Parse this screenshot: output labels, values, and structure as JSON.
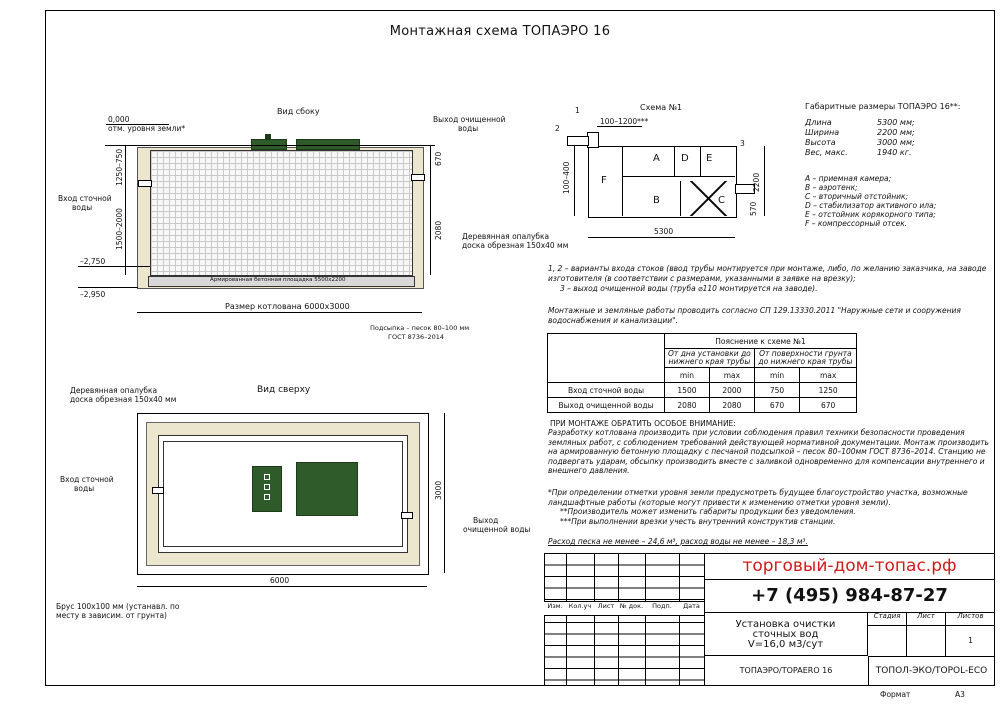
{
  "title": "Монтажная схема ТОПАЭРО 16",
  "side_view": {
    "label": "Вид сбоку",
    "ground_mark": "0,000",
    "ground_note": "отм. уровня земли*",
    "inlet": [
      "Вход сточной",
      "воды"
    ],
    "outlet": [
      "Выход очищенной",
      "воды"
    ],
    "formwork": [
      "Деревянная опалубка",
      "доска обрезная 150х40 мм"
    ],
    "mark_2750": "–2,750",
    "mark_2950": "–2,950",
    "dim_1250": "1250–750",
    "dim_1500": "1500–2000",
    "dim_670": "670",
    "dim_2080": "2080",
    "pad": "Армированная бетонная площадка 5500х2200",
    "pit_size": "Размер котлована 6000х3000",
    "sand": [
      "Подсыпка – песок 80–100 мм",
      "ГОСТ 8736–2014"
    ]
  },
  "top_view": {
    "label": "Вид сверху",
    "formwork": [
      "Деревянная опалубка",
      "доска обрезная 150х40 мм"
    ],
    "inlet": [
      "Вход сточной",
      "воды"
    ],
    "outlet": [
      "Выход",
      "очищенной воды"
    ],
    "dim_3000": "3000",
    "dim_6000": "6000",
    "beam": [
      "Брус 100х100 мм (устанавл. по",
      "месту в зависим. от грунта)"
    ]
  },
  "scheme": {
    "label": "Схема №1",
    "n1": "1",
    "n2": "2",
    "n3": "3",
    "dim_100_1200": "100–1200***",
    "dim_100_400": "100–400",
    "dim_2200": "2200",
    "dim_570": "570",
    "dim_5300": "5300",
    "chambers": [
      "A",
      "D",
      "E",
      "B",
      "C",
      "F"
    ]
  },
  "dims": {
    "header": "Габаритные размеры ТОПАЭРО 16**:",
    "rows": [
      {
        "k": "Длина",
        "v": "5300 мм;"
      },
      {
        "k": "Ширина",
        "v": "2200 мм;"
      },
      {
        "k": "Высота",
        "v": "3000 мм;"
      },
      {
        "k": "Вес, макс.",
        "v": "1940 кг."
      }
    ],
    "legend": [
      "A – приемная камера;",
      "B – аэротенк;",
      "C – вторичный отстойник;",
      "D – стабилизатор активного ила;",
      "E – отстойник корякорного типа;",
      "F – компрессорный отсек."
    ]
  },
  "notes": {
    "n1": "1, 2 – варианты входа стоков (ввод трубы монтируется при монтаже, либо, по желанию заказчика, на заводе изготовителя (в соответствии с размерами, указанными в заявке на врезку);",
    "n2": "3 – выход очищенной воды (труба ⌀110 монтируется на заводе).",
    "n3": "Монтажные и земляные работы проводить согласно СП 129.13330.2011 \"Наружные сети и сооружения водоснабжения и канализации\"."
  },
  "table": {
    "title": "Пояснение к схеме №1",
    "h1": "От дна установки до нижнего края трубы",
    "h2": "От поверхности грунта до нижнего края трубы",
    "min": "min",
    "max": "max",
    "rows": [
      {
        "name": "Вход сточной воды",
        "v": [
          "1500",
          "2000",
          "750",
          "1250"
        ]
      },
      {
        "name": "Выход очищенной воды",
        "v": [
          "2080",
          "2080",
          "670",
          "670"
        ]
      }
    ]
  },
  "warning": {
    "header": "ПРИ МОНТАЖЕ ОБРАТИТЬ ОСОБОЕ ВНИМАНИЕ:",
    "body": "Разработку котлована производить при условии соблюдения правил техники безопасности проведения земляных работ, с соблюдением требований действующей нормативной документации. Монтаж производить на армированную бетонную площадку с песчаной подсыпкой – песок 80–100мм ГОСТ 8736–2014. Станцию не подвергать ударам, обсыпку производить вместе с заливкой одновременно для компенсации внутреннего и внешнего давления.",
    "f1": "*При определении отметки уровня земли предусмотреть будущее благоустройство участка, возможные ландшафтные работы (которые могут привести к изменению отметки уровня земли).",
    "f2": "**Производитель может изменить габариты продукции без уведомления.",
    "f3": "***При выполнении врезки учесть внутренний конструктив станции.",
    "consumption": "Расход песка не менее – 24,6 м³, расход воды не менее – 18,3 м³."
  },
  "stamp": {
    "website": "торговый-дом-топас.рф",
    "phone": "+7 (495) 984-87-27",
    "cols": [
      "Изм.",
      "Кол.уч",
      "Лист",
      "№ док.",
      "Подп.",
      "Дата"
    ],
    "product": [
      "Установка очистки",
      "сточных вод",
      "V=16,0 м3/сут"
    ],
    "stage": "Стадия",
    "sheet": "Лист",
    "sheets": "Листов",
    "sheets_val": "1",
    "model": "ТОПАЭРО/TOPAERO 16",
    "company": "ТОПОЛ-ЭКО/TOPOL-ECO",
    "format_label": "Формат",
    "format_val": "А3"
  },
  "colors": {
    "red": "#d11a1a",
    "green": "#2f5a2a",
    "sand": "#ede6cf"
  }
}
